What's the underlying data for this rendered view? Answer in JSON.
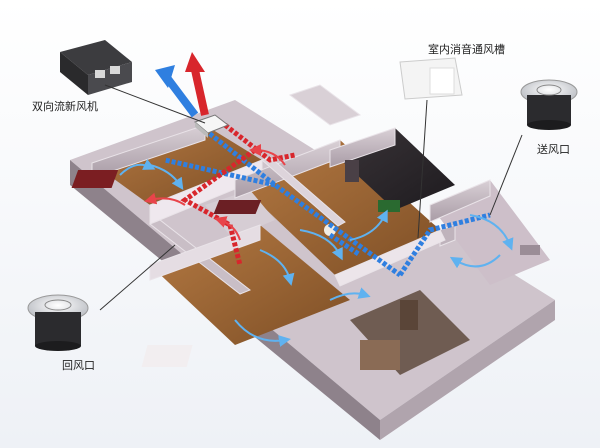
{
  "labels": {
    "fresh_air_unit": "双向流新风机",
    "indoor_vent_slot": "室内消音通风槽",
    "supply_vent": "送风口",
    "return_vent": "回风口"
  },
  "colors": {
    "supply_duct": "#2f7fe0",
    "return_duct": "#d8262c",
    "wall_top": "#f3eef2",
    "wall_side": "#cbbfc8",
    "floor_wood": "#a06a3a",
    "floor_dark": "#2d2a2e"
  }
}
